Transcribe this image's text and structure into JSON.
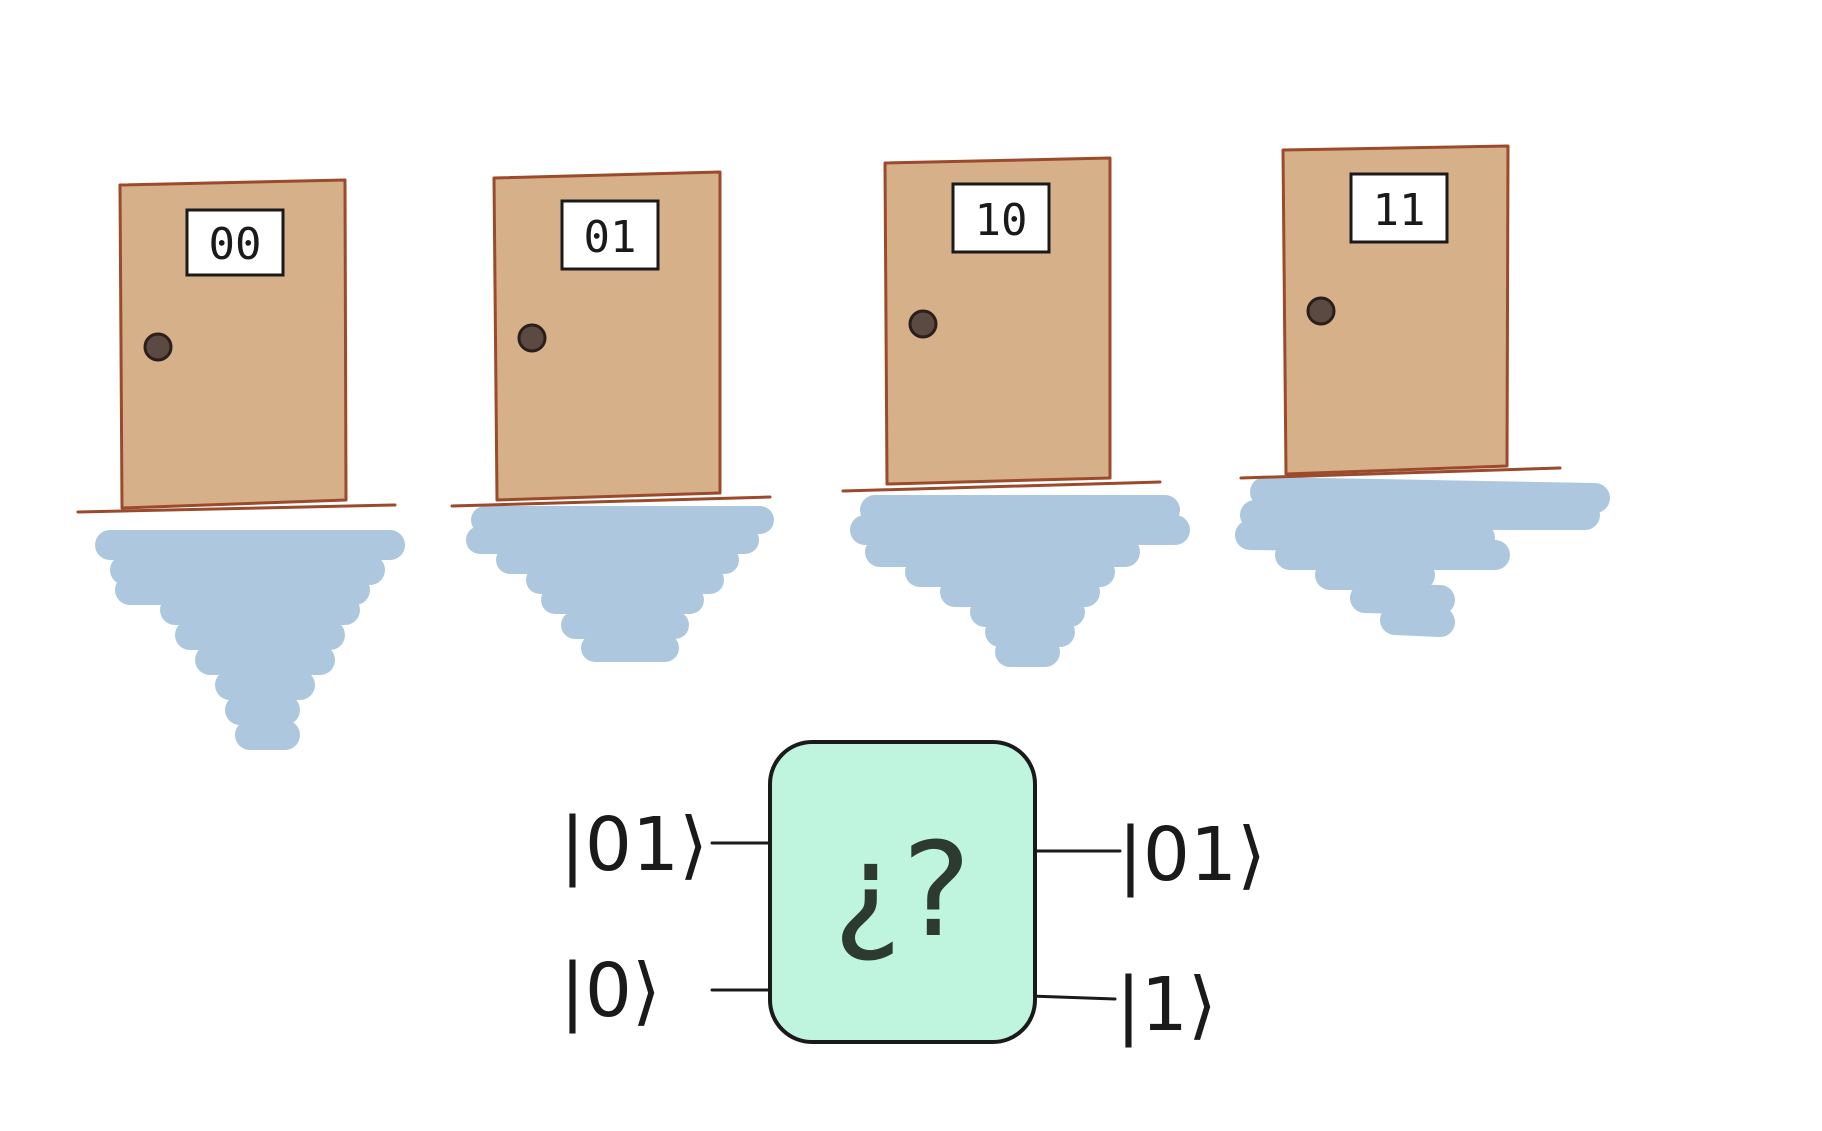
{
  "doors": [
    {
      "label": "00"
    },
    {
      "label": "01"
    },
    {
      "label": "10"
    },
    {
      "label": "11"
    }
  ],
  "circuit": {
    "inputs": [
      {
        "label": "|01⟩"
      },
      {
        "label": "|0⟩"
      }
    ],
    "outputs": [
      {
        "label": "|01⟩"
      },
      {
        "label": "|1⟩"
      }
    ],
    "gate_label": "¿?"
  },
  "colors": {
    "door": "#d6b089",
    "door_edge": "#9b4a2b",
    "water": "#adc8de",
    "knob": "#5a4a42",
    "gate": "#bff5df"
  }
}
